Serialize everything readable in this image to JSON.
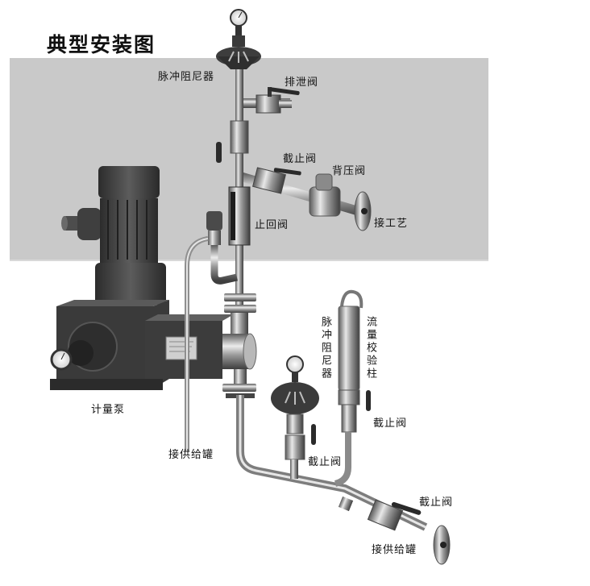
{
  "title": "典型安装图",
  "colors": {
    "background": "#ffffff",
    "band": "#c9c9c9",
    "pump_body": "#4a4a4a",
    "steel": "#a8a8a8",
    "text": "#141414"
  },
  "labels": {
    "pulse_damper_top": "脉冲阻尼器",
    "drain_valve": "排泄阀",
    "stop_valve_upper": "截止阀",
    "back_pressure_valve": "背压阀",
    "to_process": "接工艺",
    "check_valve": "止回阀",
    "metering_pump": "计量泵",
    "to_supply_tank_left": "接供给罐",
    "pulse_damper_lower": "脉冲阻尼器",
    "calibration_column": "流量校验柱",
    "stop_valve_column": "截止阀",
    "stop_valve_damper": "截止阀",
    "stop_valve_bottom": "截止阀",
    "to_supply_tank_bottom": "接供给罐"
  },
  "components": [
    {
      "name": "metering-pump",
      "label": "计量泵"
    },
    {
      "name": "pulse-damper",
      "label": "脉冲阻尼器"
    },
    {
      "name": "drain-valve",
      "label": "排泄阀"
    },
    {
      "name": "stop-valve",
      "label": "截止阀"
    },
    {
      "name": "back-pressure-valve",
      "label": "背压阀"
    },
    {
      "name": "check-valve",
      "label": "止回阀"
    },
    {
      "name": "calibration-column",
      "label": "流量校验柱"
    }
  ]
}
